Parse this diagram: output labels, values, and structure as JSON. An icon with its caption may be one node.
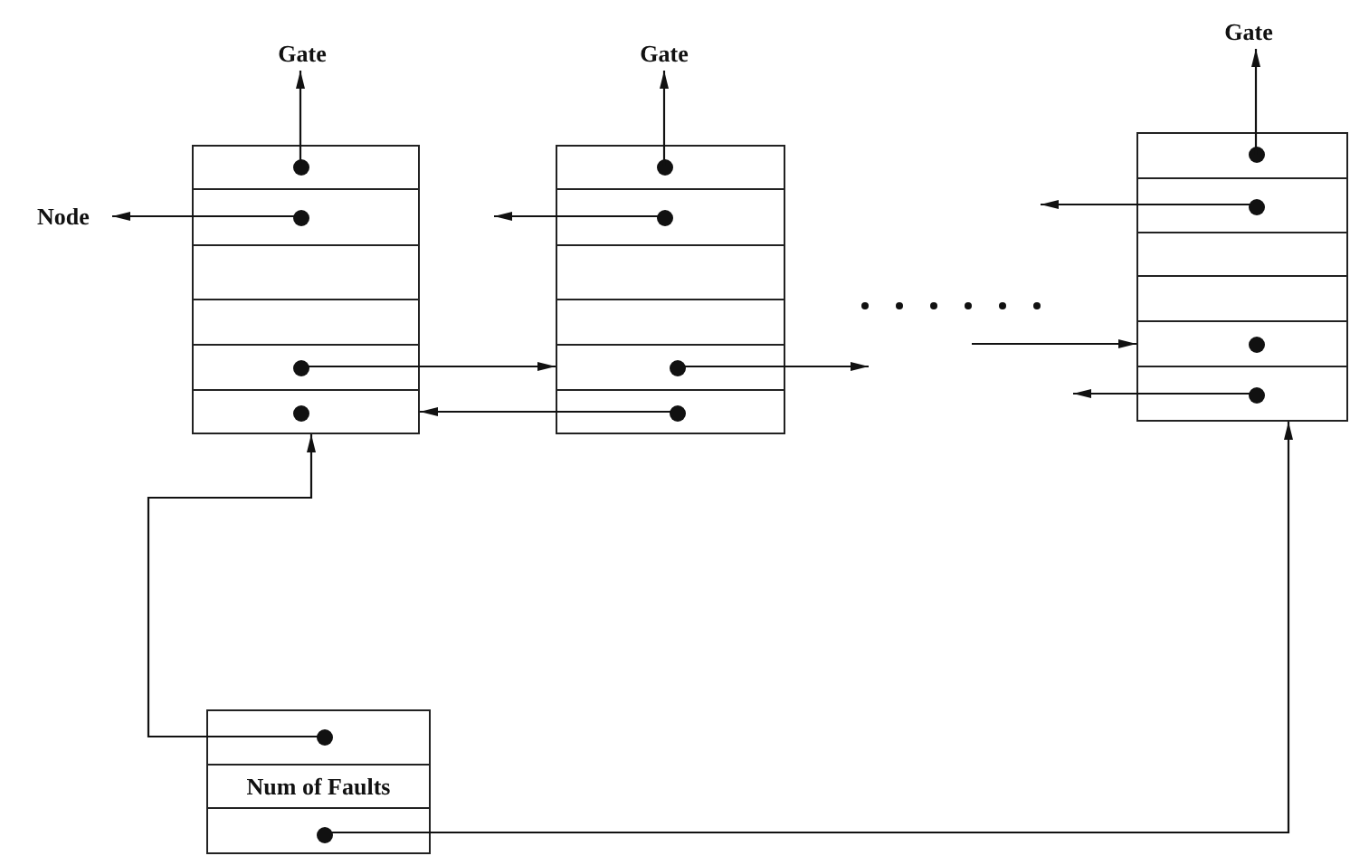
{
  "diagram": {
    "nodes": [
      {
        "text": [
          "Gate"
        ]
      },
      {
        "text": [
          "Gate"
        ]
      },
      {
        "text": [
          "Gate"
        ]
      },
      {
        "text": [
          "Node"
        ]
      },
      {
        "text": [],
        "shape": "box"
      },
      {
        "text": [],
        "shape": "box",
        "in": 4
      },
      {
        "text": [],
        "shape": "box",
        "in": 4
      },
      {
        "text": [],
        "shape": "box",
        "in": 4
      },
      {
        "text": [],
        "shape": "box",
        "in": 4
      },
      {
        "text": [],
        "shape": "box",
        "in": 4
      },
      {
        "text": [],
        "shape": "box",
        "in": 4
      },
      {
        "text": [],
        "shape": "box"
      },
      {
        "text": [],
        "shape": "box",
        "in": 11
      },
      {
        "text": [],
        "shape": "box",
        "in": 11
      },
      {
        "text": [],
        "shape": "box",
        "in": 11
      },
      {
        "text": [],
        "shape": "box",
        "in": 11
      },
      {
        "text": [],
        "shape": "box",
        "in": 11
      },
      {
        "text": [],
        "shape": "box",
        "in": 11
      },
      {
        "text": [],
        "shape": "box"
      },
      {
        "text": [],
        "shape": "box",
        "in": 18
      },
      {
        "text": [],
        "shape": "box",
        "in": 18
      },
      {
        "text": [],
        "shape": "box",
        "in": 18
      },
      {
        "text": [],
        "shape": "box",
        "in": 18
      },
      {
        "text": [],
        "shape": "box",
        "in": 18
      },
      {
        "text": [],
        "shape": "box",
        "in": 18
      },
      {
        "text": [],
        "shape": "box"
      },
      {
        "text": [],
        "shape": "box",
        "in": 25
      },
      {
        "text": [
          "Num of Faults"
        ],
        "in": 25
      },
      {
        "text": [],
        "shape": "box",
        "in": 25
      }
    ],
    "edges": [
      {
        "from": 5,
        "to": 0,
        "arrow": "to"
      },
      {
        "from": 6,
        "to": 3,
        "arrow": "to"
      },
      {
        "from": 9,
        "to": 16,
        "arrow": "to"
      },
      {
        "from": 17,
        "to": 10,
        "arrow": "to"
      },
      {
        "from": 12,
        "to": 1,
        "arrow": "to"
      },
      {
        "from": 13,
        "to": null,
        "arrow": "to"
      },
      {
        "from": 16,
        "to": null,
        "arrow": "to"
      },
      {
        "from": null,
        "to": 23,
        "arrow": "to"
      },
      {
        "from": 24,
        "to": null,
        "arrow": "to"
      },
      {
        "from": 20,
        "to": null,
        "arrow": "to"
      },
      {
        "from": 19,
        "to": 2,
        "arrow": "to"
      },
      {
        "from": 26,
        "to": 10,
        "arrow": "to"
      },
      {
        "from": 28,
        "to": 24,
        "arrow": "to"
      }
    ]
  }
}
